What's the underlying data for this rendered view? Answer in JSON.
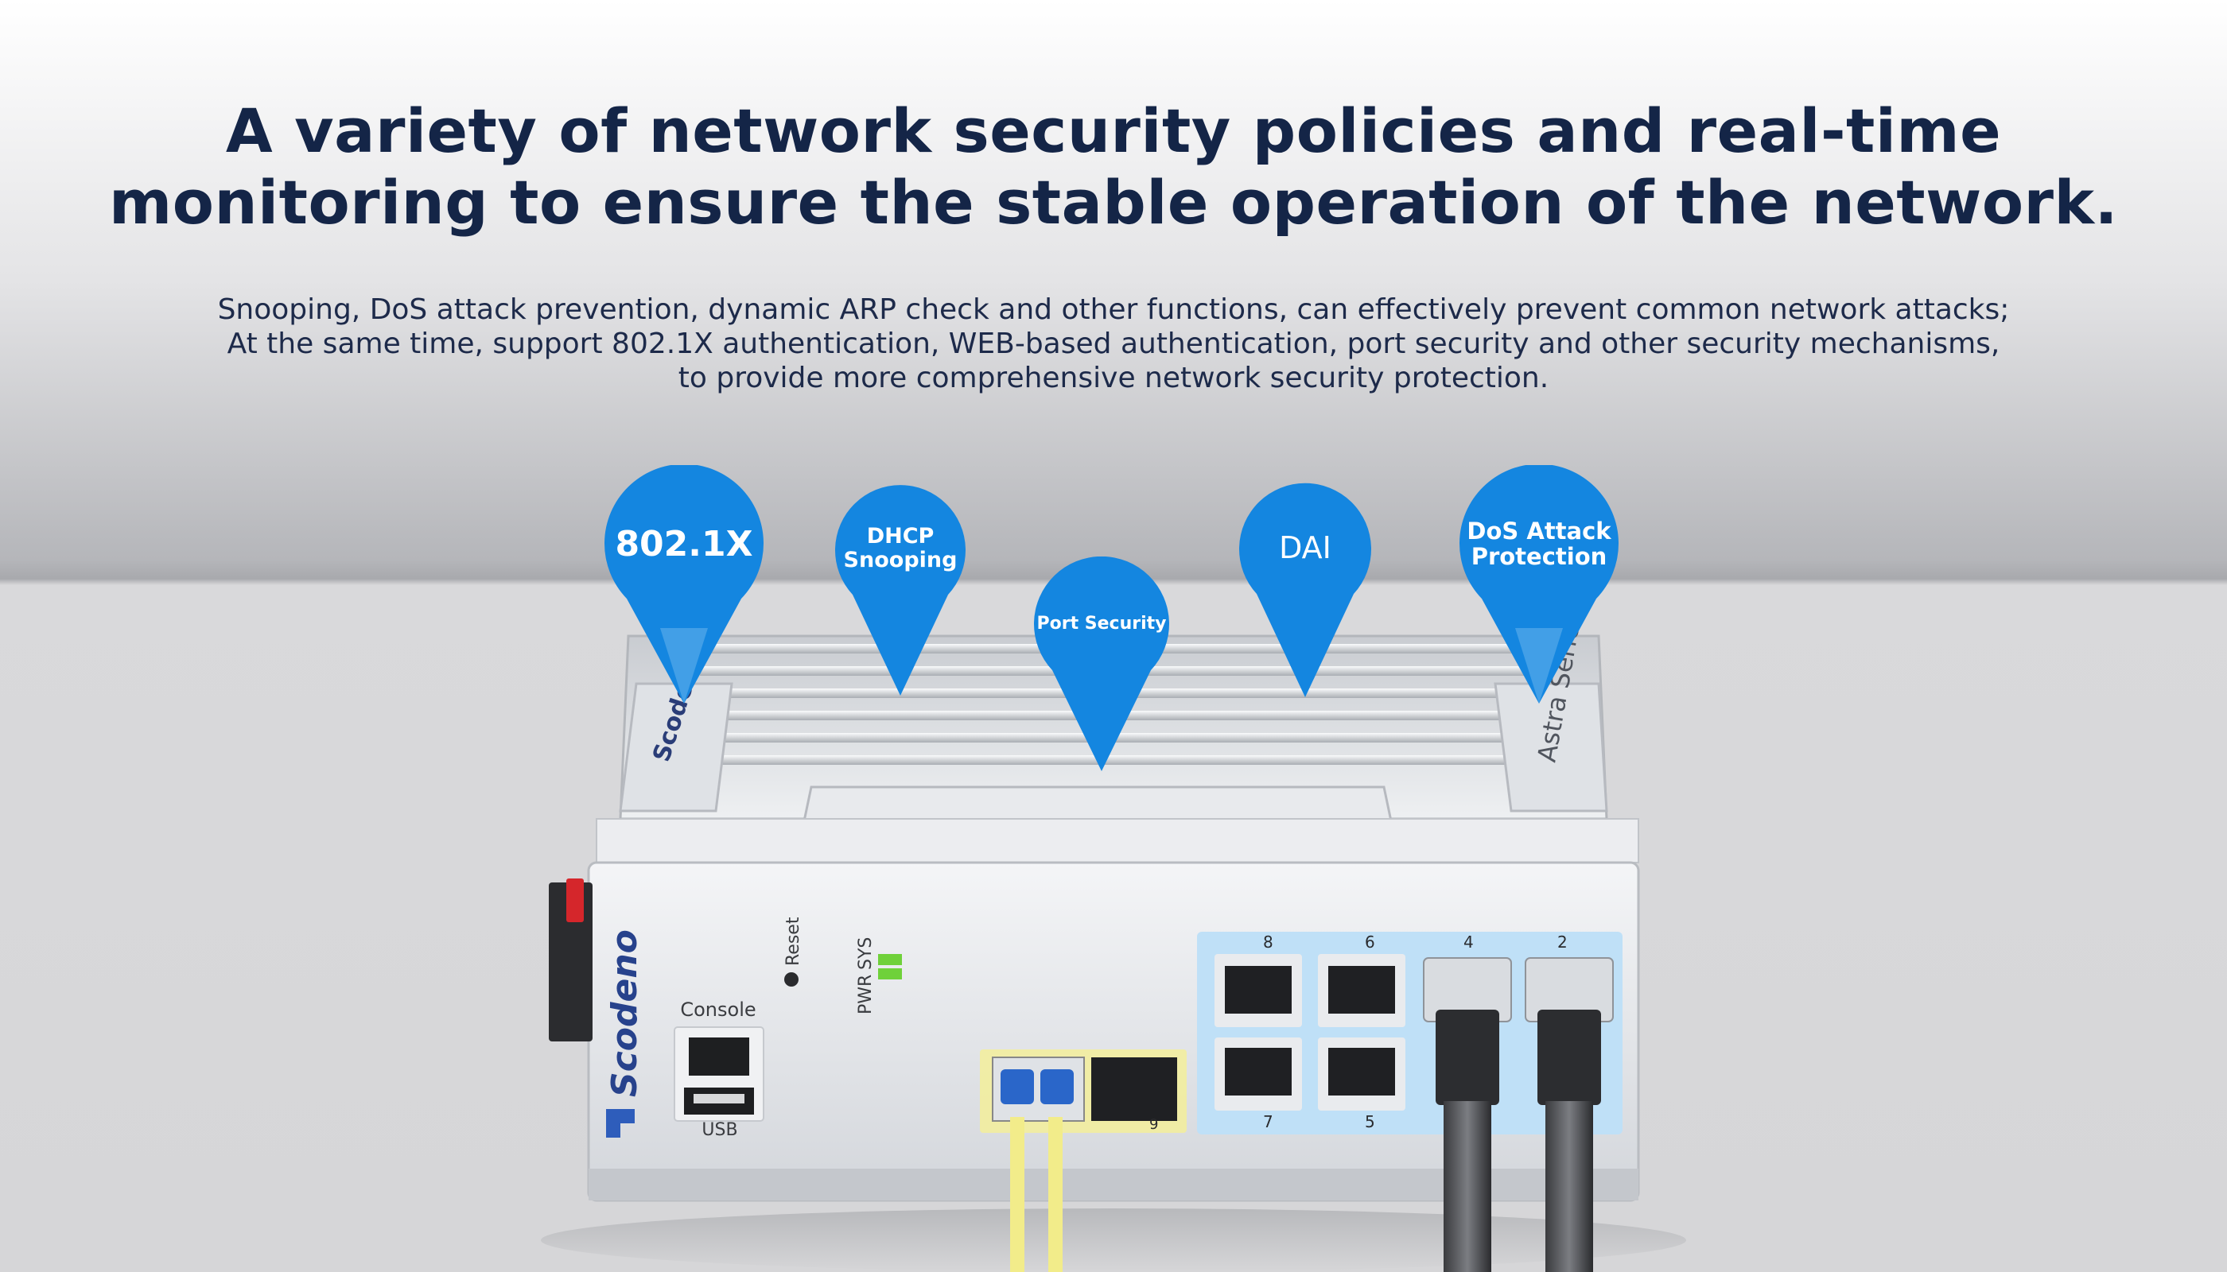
{
  "headline": {
    "line1": "A variety of network security policies and real-time",
    "line2": "monitoring to ensure the stable operation of the network."
  },
  "description": {
    "line1": "Snooping, DoS attack prevention, dynamic ARP check and other functions, can effectively prevent common network attacks;",
    "line2": "At the same time, support 802.1X authentication, WEB-based authentication, port security and other security mechanisms,",
    "line3": "to provide more comprehensive network security protection."
  },
  "pins": {
    "p1": "802.1X",
    "p2_l1": "DHCP",
    "p2_l2": "Snooping",
    "p3": "Port Security",
    "p4": "DAI",
    "p5_l1": "DoS Attack",
    "p5_l2": "Protection"
  },
  "device": {
    "brand": "Scodeno",
    "series": "Astra Series",
    "reset_label": "Reset",
    "console_label": "Console",
    "usb_label": "USB",
    "pwr_label": "PWR",
    "sys_label": "SYS",
    "port_labels": {
      "p8": "8",
      "p6": "6",
      "p4": "4",
      "p2": "2",
      "p7": "7",
      "p5": "5",
      "p9": "9"
    }
  },
  "colors": {
    "title": "#142547",
    "pin_blue": "#1486e0",
    "port_highlight": "#bfe0f7",
    "sfp_highlight": "#f3ef9a"
  }
}
